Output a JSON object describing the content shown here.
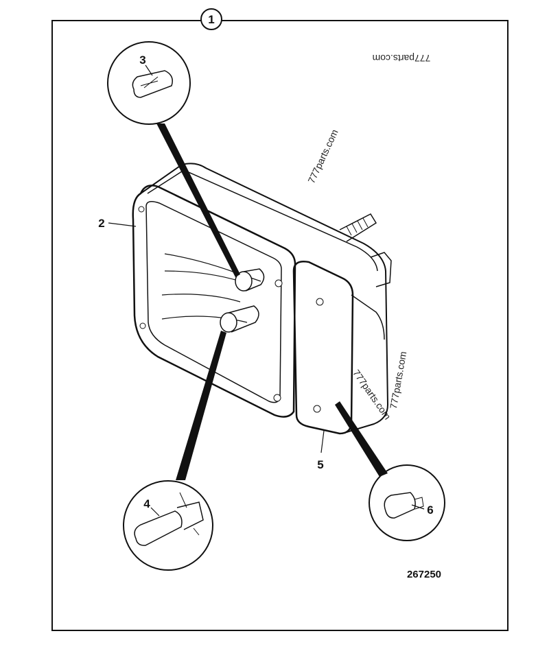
{
  "figure": {
    "number_label": "1",
    "part_number": "267250"
  },
  "callouts": [
    "2",
    "3",
    "4",
    "5",
    "6"
  ],
  "watermarks": [
    "777parts.com",
    "777parts.com",
    "777parts.com",
    "777parts.com"
  ],
  "colors": {
    "ink": "#111111",
    "paper": "#ffffff"
  }
}
